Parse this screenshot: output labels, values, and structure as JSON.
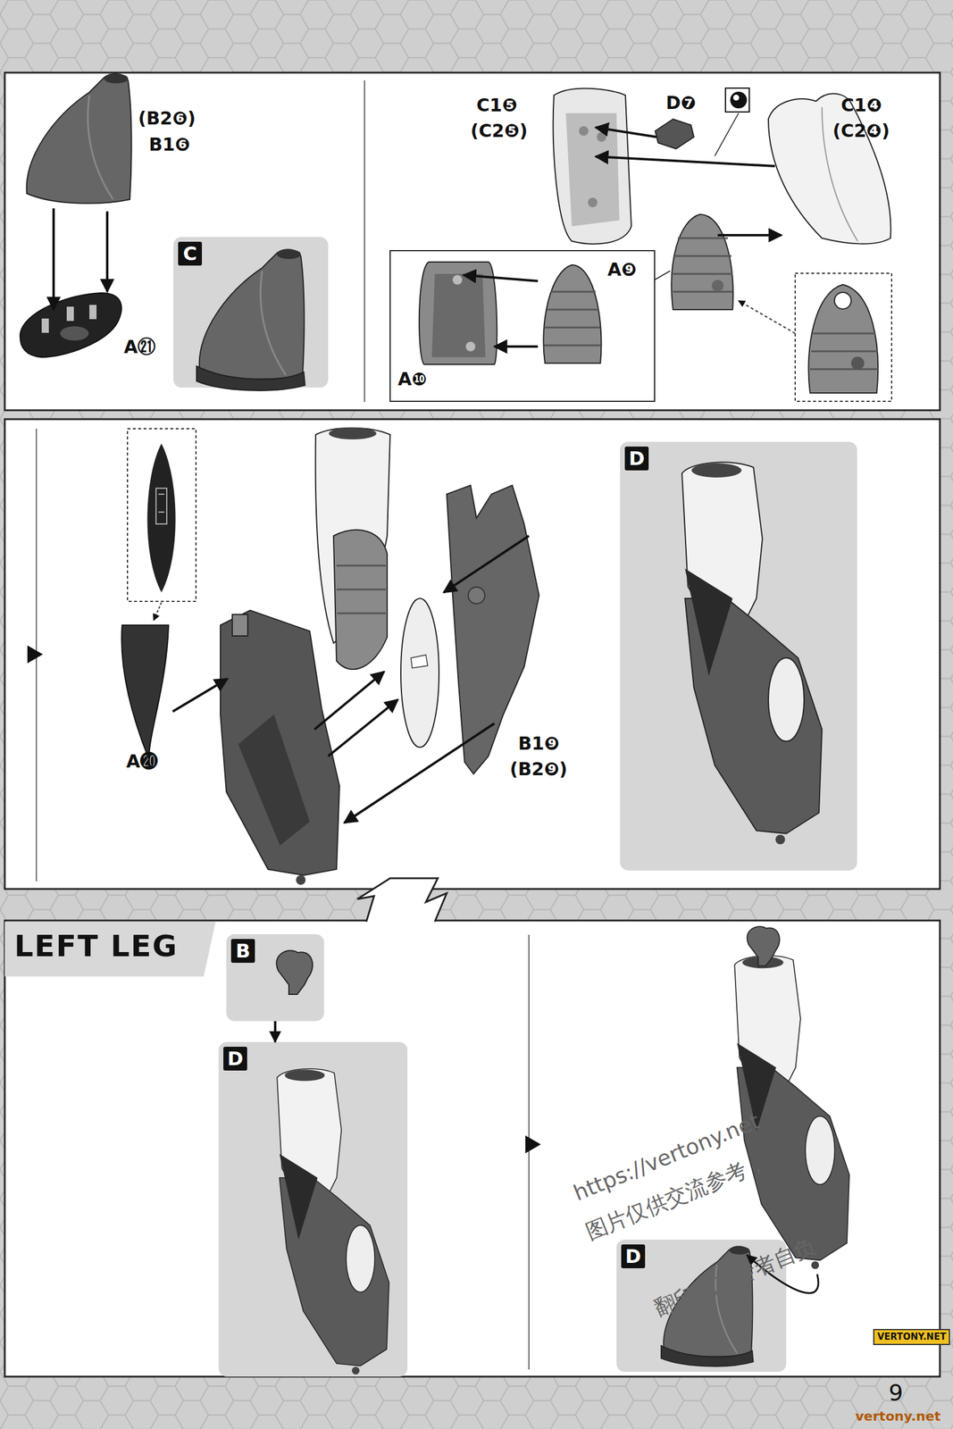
{
  "diagram": {
    "title": "LEFT LEG",
    "nodes": [
      {
        "text": [
          "C"
        ]
      },
      {
        "text": [
          "D"
        ]
      },
      {
        "text": [
          "B"
        ]
      },
      {
        "text": [
          "D"
        ]
      },
      {
        "text": [
          "D"
        ]
      }
    ],
    "edges": [
      {
        "from": 2,
        "to": 3,
        "arrow": "to"
      }
    ],
    "labels": [
      "(B2❻)",
      "B1❻",
      "A㉑",
      "C1❺",
      "(C2❺)",
      "D❼",
      "C1❹",
      "(C2❹)",
      "A❾",
      "A❿",
      "A⓴",
      "B1❾",
      "(B2❾)",
      "https://vertony.net",
      "图片仅供交流参考，",
      "翻印或盗传者自负",
      "VERTONY.NET",
      "9",
      "vertony.net"
    ]
  }
}
